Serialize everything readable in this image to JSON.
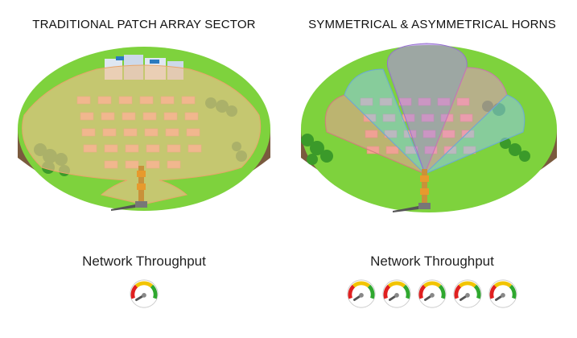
{
  "left": {
    "title": "TRADITIONAL PATCH ARRAY SECTOR",
    "caption": "Network Throughput",
    "gauge_count": 1
  },
  "right": {
    "title": "SYMMETRICAL & ASYMMETRICAL HORNS",
    "caption": "Network Throughput",
    "gauge_count": 5
  },
  "colors": {
    "grass": "#7ed23d",
    "soil": "#8a6a4a",
    "patch_pattern": "#f0c090",
    "horn_purple": "#b28ae8",
    "horn_blue": "#8ec6ea",
    "horn_pink": "#e394c8",
    "horn_red": "#ee9b9b",
    "building": "#f1a98c",
    "tree": "#3b9a2a"
  },
  "icons": [
    "gauge-icon",
    "tower-icon",
    "tree-icon",
    "building-icon"
  ]
}
